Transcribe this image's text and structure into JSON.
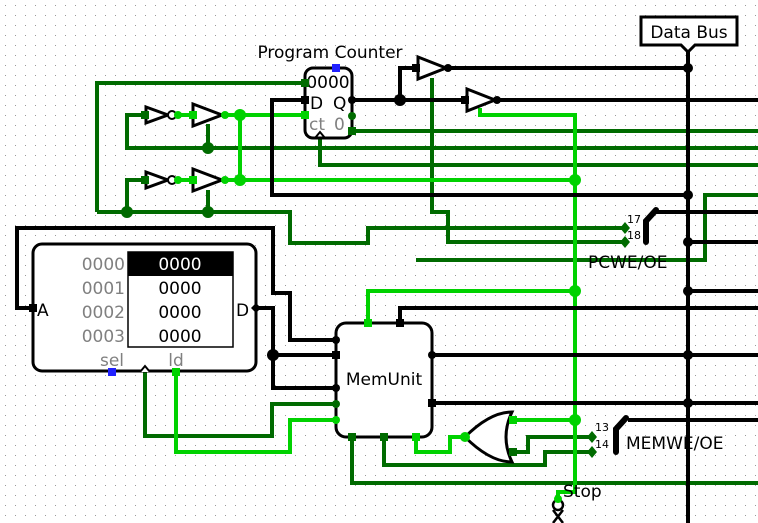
{
  "labels": {
    "program_counter": "Program Counter",
    "data_bus": "Data Bus",
    "mem_unit": "MemUnit",
    "pcwe_oe": "PCWE/OE",
    "memwe_oe": "MEMWE/OE",
    "stop": "Stop"
  },
  "pc": {
    "value": "0000",
    "d": "D",
    "q": "Q",
    "ct": "ct",
    "zero": "0"
  },
  "ram": {
    "a_label": "A",
    "d_label": "D",
    "sel_label": "sel",
    "ld_label": "ld",
    "rows": [
      {
        "addr": "0000",
        "value": "0000"
      },
      {
        "addr": "0001",
        "value": "0000"
      },
      {
        "addr": "0002",
        "value": "0000"
      },
      {
        "addr": "0003",
        "value": "0000"
      }
    ]
  },
  "splitters": {
    "pc_bits": [
      "17",
      "18"
    ],
    "mem_bits": [
      "13",
      "14"
    ]
  },
  "colors": {
    "wire_bus": "#000000",
    "wire_low": "#006b00",
    "wire_high": "#00d200",
    "pin_select": "#2020ff"
  }
}
